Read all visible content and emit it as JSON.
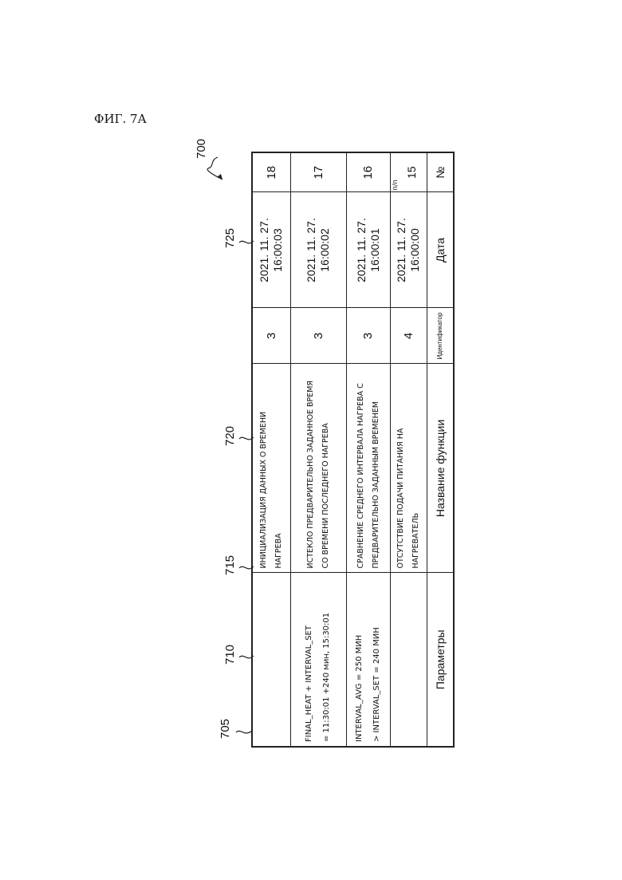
{
  "figure_title": "ФИГ. 7А",
  "reference_numerals": {
    "table": "700",
    "col_no": "705",
    "col_date": "710",
    "col_id": "715",
    "col_func": "720",
    "col_params": "725"
  },
  "table": {
    "headers": {
      "no": "№",
      "date": "Дата",
      "id": "Идентификатор",
      "func": "Название функции",
      "params": "Параметры"
    },
    "pp_label": "п/п",
    "rows": [
      {
        "no": "15",
        "date_line1": "2021. 11. 27.",
        "date_line2": "16:00:00",
        "id": "4",
        "func_line1": "ОТСУТСТВИЕ ПОДАЧИ ПИТАНИЯ НА",
        "func_line2": "НАГРЕВАТЕЛЬ",
        "param_line1": "",
        "param_line2": ""
      },
      {
        "no": "16",
        "date_line1": "2021. 11. 27.",
        "date_line2": "16:00:01",
        "id": "3",
        "func_line1": "СРАВНЕНИЕ СРЕДНЕГО ИНТЕРВАЛА НАГРЕВА С",
        "func_line2": "ПРЕДВАРИТЕЛЬНО ЗАДАННЫМ ВРЕМЕНЕМ",
        "param_line1": "INTERVAL_AVG = 250 МИН",
        "param_line2": "> INTERVAL_SET = 240 МИН"
      },
      {
        "no": "17",
        "date_line1": "2021. 11. 27.",
        "date_line2": "16:00:02",
        "id": "3",
        "func_line1": "ИСТЕКЛО ПРЕДВАРИТЕЛЬНО ЗАДАННОЕ ВРЕМЯ",
        "func_line2": "СО ВРЕМЕНИ ПОСЛЕДНЕГО НАГРЕВА",
        "param_line1": "FINAL_HEAT + INTERVAL_SET",
        "param_line2": "= 11:30:01 +240 мин, 15:30:01"
      },
      {
        "no": "18",
        "date_line1": "2021. 11. 27.",
        "date_line2": "16:00:03",
        "id": "3",
        "func_line1": "ИНИЦИАЛИЗАЦИЯ ДАННЫХ О ВРЕМЕНИ",
        "func_line2": "НАГРЕВА",
        "param_line1": "",
        "param_line2": ""
      }
    ]
  }
}
